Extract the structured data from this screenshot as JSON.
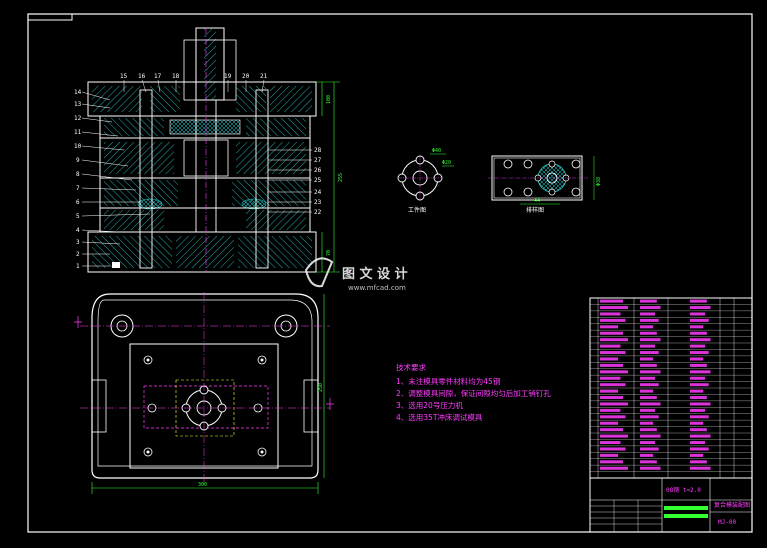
{
  "title": "复合模装配图",
  "drawing_number": "MJ-00",
  "scale_label": "08钢 t=2.0",
  "views": {
    "workpiece_label": "工件图",
    "layout_label": "排样图",
    "workpiece_dims": [
      "Φ40",
      "Φ20"
    ],
    "layout_dims": [
      "Φ38",
      "44"
    ]
  },
  "dimensions": {
    "height_total": "255",
    "height_top": "100",
    "height_bottom": "70",
    "plan_width": "300",
    "plan_height": "250"
  },
  "part_numbers_top": [
    "15",
    "16",
    "17",
    "18",
    "19",
    "20",
    "21"
  ],
  "part_numbers_left": [
    "14",
    "13",
    "12",
    "11",
    "10",
    "9",
    "8",
    "7",
    "6",
    "5",
    "4",
    "3",
    "2",
    "1"
  ],
  "part_numbers_right": [
    "28",
    "27",
    "26",
    "25",
    "24",
    "23",
    "22"
  ],
  "technical_requirements": {
    "heading": "技术要求",
    "items": [
      "1、未注模具零件材料均为45钢",
      "2、调整模具间隙，保证间隙均匀后加工销钉孔",
      "3、选用20号压力机",
      "4、选用35T冲床调试模具"
    ]
  },
  "watermark": {
    "brand": "图 文 设 计",
    "url": "www.mfcad.com"
  },
  "bom_rows": 28
}
